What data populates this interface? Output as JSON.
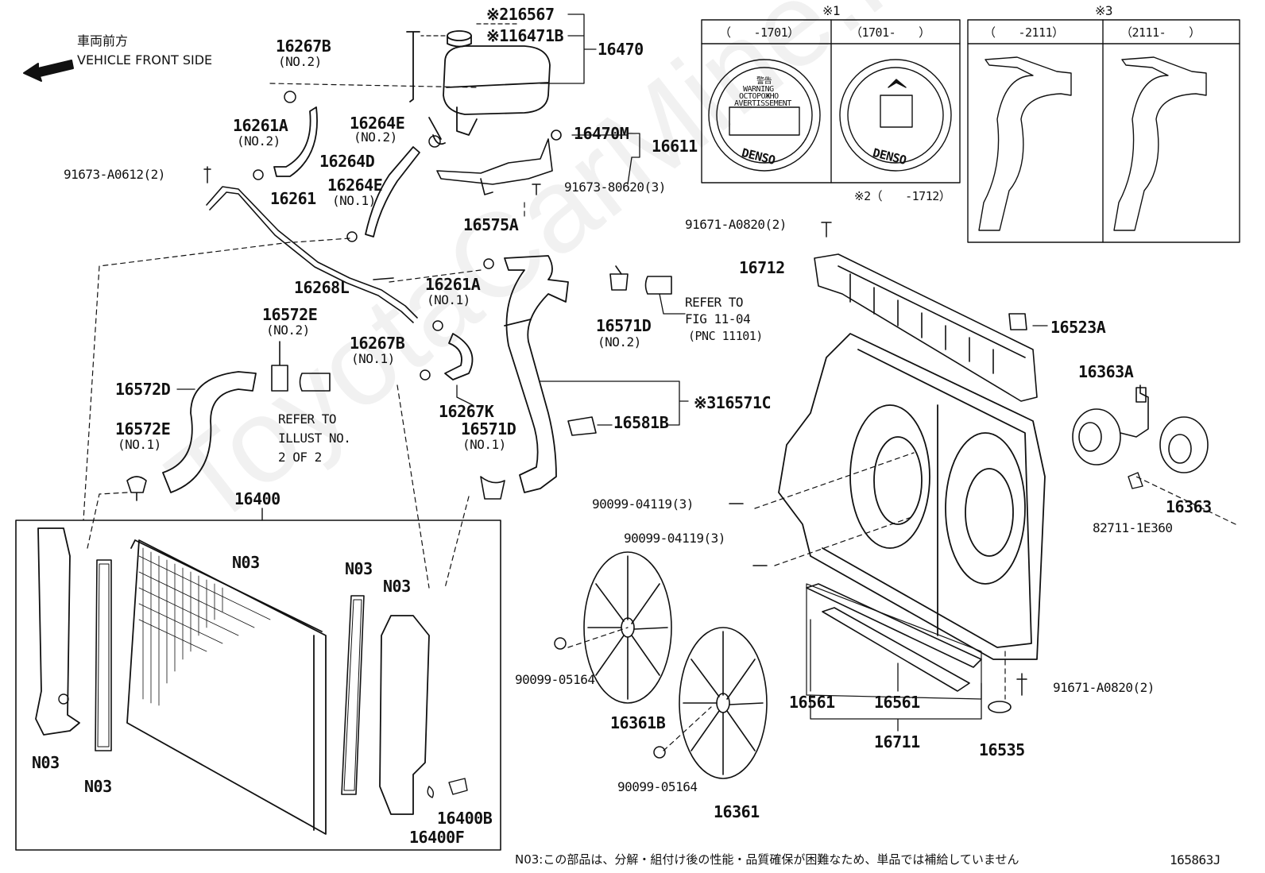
{
  "watermark": "ToyotaCarMine.ru",
  "direction": {
    "jp": "車両前方",
    "en": "VEHICLE FRONT SIDE"
  },
  "figure_id": "165863J",
  "footnote": "N03:この部品は、分解・組付け後の性能・品質確保が困難なため、単品では補給していません",
  "variant_box_1": {
    "marker": "※1",
    "col_a": "（　　-1701）",
    "col_b": "（1701-　　）",
    "cap_text": [
      "警告",
      "WARNING",
      "ОСТОРОЖНО",
      "AVERTISSEMENT"
    ],
    "brand": "DENSO"
  },
  "variant_box_2_note": "※2（　　-1712）",
  "variant_box_3": {
    "marker": "※3",
    "col_a": "（　　-2111）",
    "col_b": "（2111-　　）"
  },
  "labels": {
    "p16567": "※216567",
    "p16471B": "※116471B",
    "p16470": "16470",
    "p16267B_no2": "16267B",
    "no2": "(NO.2)",
    "no1": "(NO.1)",
    "p16261A_top": "16261A",
    "p16264E_no2": "16264E",
    "p16264D": "16264D",
    "p16264E_no1": "16264E",
    "p91673A0612": "91673-A0612(2)",
    "p16261": "16261",
    "p16470M": "16470M",
    "p16611": "16611",
    "p9167380620": "91673-80620(3)",
    "p91671A0820_top": "91671-A0820(2)",
    "p16575A": "16575A",
    "p16268L": "16268L",
    "p16261A_mid": "16261A",
    "p16571D_no2": "16571D",
    "refer_fig": [
      "REFER TO",
      "FIG 11-04",
      "(PNC 11101)"
    ],
    "p16712": "16712",
    "p16523A": "16523A",
    "p16572E_no2": "16572E",
    "p16267B_no1": "16267B",
    "p16572D": "16572D",
    "refer_illust": [
      "REFER TO",
      "ILLUST NO.",
      "2 OF 2"
    ],
    "p16267K": "16267K",
    "p16571C": "※316571C",
    "p16581B": "16581B",
    "p16363A": "16363A",
    "p16572E_no1": "16572E",
    "p16571D_no1": "16571D",
    "p16400": "16400",
    "p9009904119_a": "90099-04119(3)",
    "p9009904119_b": "90099-04119(3)",
    "p16363": "16363",
    "p827111E360": "82711-1E360",
    "n03": "N03",
    "p9009905164_a": "90099-05164",
    "p9009905164_b": "90099-05164",
    "p16361B": "16361B",
    "p16361": "16361",
    "p16561_a": "16561",
    "p16561_b": "16561",
    "p16711": "16711",
    "p91671A0820_bot": "91671-A0820(2)",
    "p16535": "16535",
    "p16400F": "16400F",
    "p16400B": "16400B"
  }
}
